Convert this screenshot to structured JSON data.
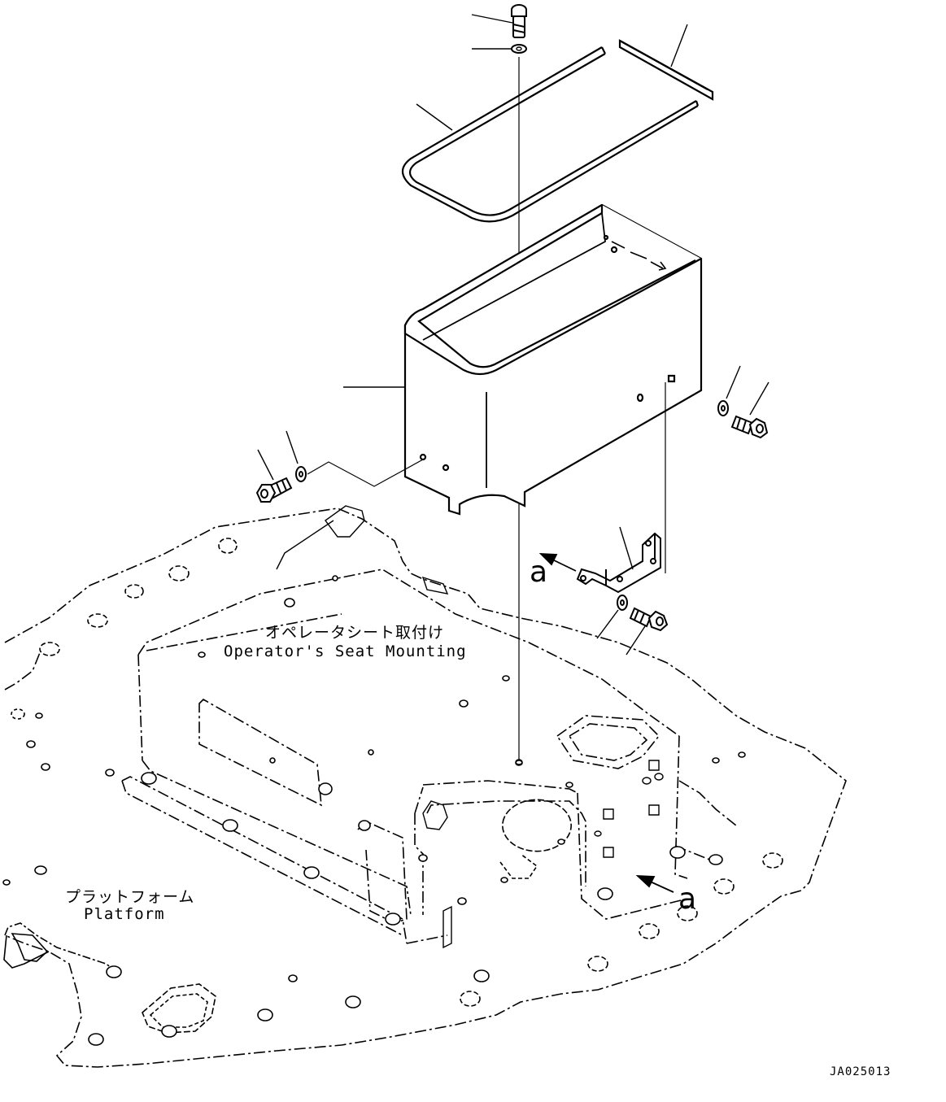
{
  "labels": {
    "seat_mounting_jp": "オペレータシート取付け",
    "seat_mounting_en": "Operator's Seat Mounting",
    "platform_jp": "プラットフォーム",
    "platform_en": "Platform",
    "view_ref_upper": "a",
    "view_ref_lower": "a",
    "drawing_code": "JA025013"
  }
}
